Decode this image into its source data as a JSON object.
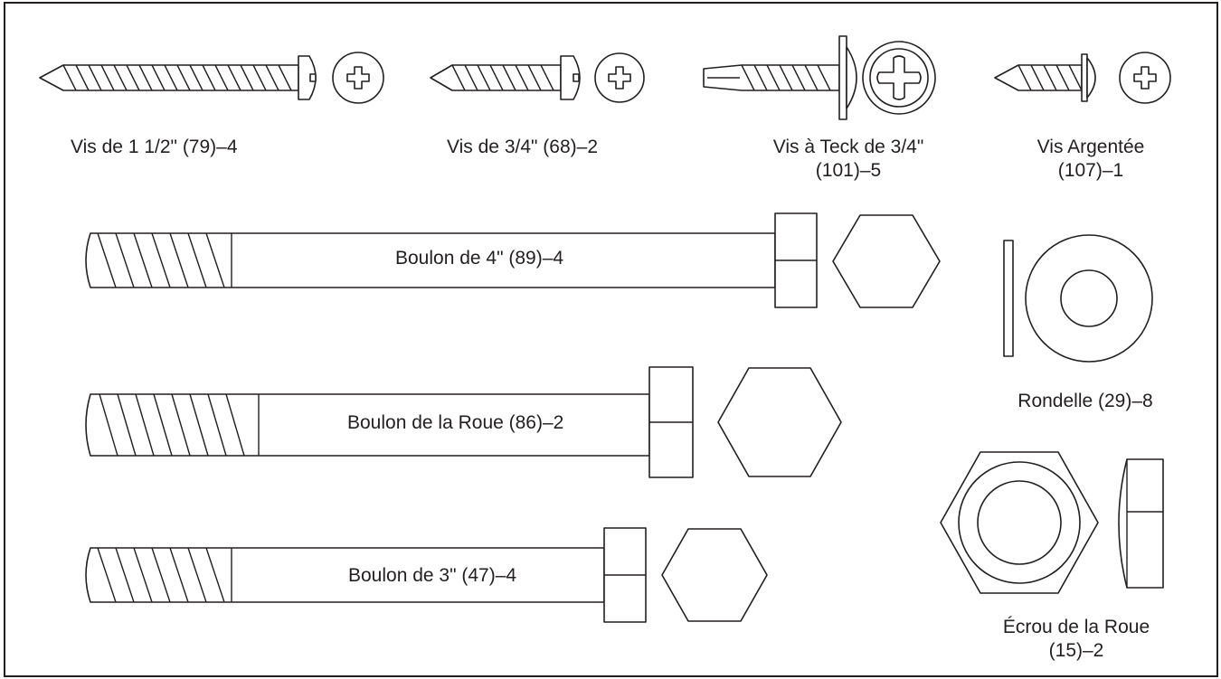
{
  "labels": {
    "screw_1_5": "Vis de 1 1/2\" (79)–4",
    "screw_3_4": "Vis de 3/4\" (68)–2",
    "teck_line1": "Vis à Teck de 3/4\"",
    "teck_line2": "(101)–5",
    "silver_line1": "Vis Argentée",
    "silver_line2": "(107)–1",
    "bolt_4": "Boulon de 4\" (89)–4",
    "wheel_bolt": "Boulon de la Roue (86)–2",
    "bolt_3": "Boulon de 3\" (47)–4",
    "washer": "Rondelle (29)–8",
    "nut_line1": "Écrou de la Roue",
    "nut_line2": "(15)–2"
  }
}
